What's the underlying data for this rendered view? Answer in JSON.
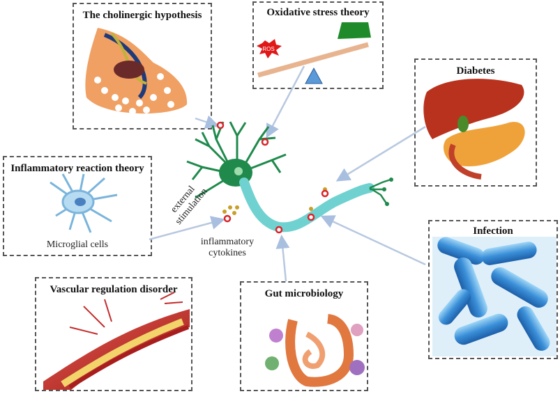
{
  "boxes": {
    "cholinergic": {
      "title": "The cholinergic hypothesis"
    },
    "oxidative": {
      "title": "Oxidative stress theory",
      "ros_label": "ROS"
    },
    "diabetes": {
      "title": "Diabetes"
    },
    "inflammatory": {
      "title": "Inflammatory reaction theory",
      "caption": "Microglial cells"
    },
    "infection": {
      "title": "Infection"
    },
    "vascular": {
      "title": "Vascular regulation disorder"
    },
    "gut": {
      "title": "Gut microbiology"
    }
  },
  "center_labels": {
    "external_line1": "external",
    "external_line2": "stimulation",
    "cytokines_line1": "inflammatory",
    "cytokines_line2": "cytokines"
  },
  "colors": {
    "neuron_body": "#1f8a4c",
    "axon": "#6fd2d0",
    "arrow": "#b8c8e0",
    "marker": "#d9242a",
    "box_border": "#555555",
    "bacteria": "#3a8fd8",
    "liver": "#b8321e",
    "pancreas": "#f0a23a",
    "vessel": "#c42a2a"
  }
}
